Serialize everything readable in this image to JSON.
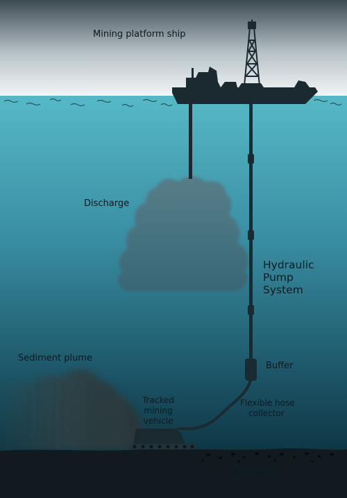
{
  "labels": {
    "platform": "Mining platform ship",
    "discharge": "Discharge",
    "pump_line1": "Hydraulic",
    "pump_line2": "Pump",
    "pump_line3": "System",
    "buffer": "Buffer",
    "plume": "Sediment plume",
    "vehicle_line1": "Tracked",
    "vehicle_line2": "mining",
    "vehicle_line3": "vehicle",
    "hose_line1": "Flexible hose",
    "hose_line2": "collector",
    "nodules": "Nodules"
  },
  "colors": {
    "sky_top": "#3c4a52",
    "sky_bottom": "#f4f6f7",
    "water_top": "#56b9c6",
    "water_bottom": "#06232e",
    "seabed": "#111b1f",
    "equipment": "#1b2a30",
    "cloud": "#4f6a74",
    "plume": "#334447",
    "text": "#0c1a20"
  }
}
